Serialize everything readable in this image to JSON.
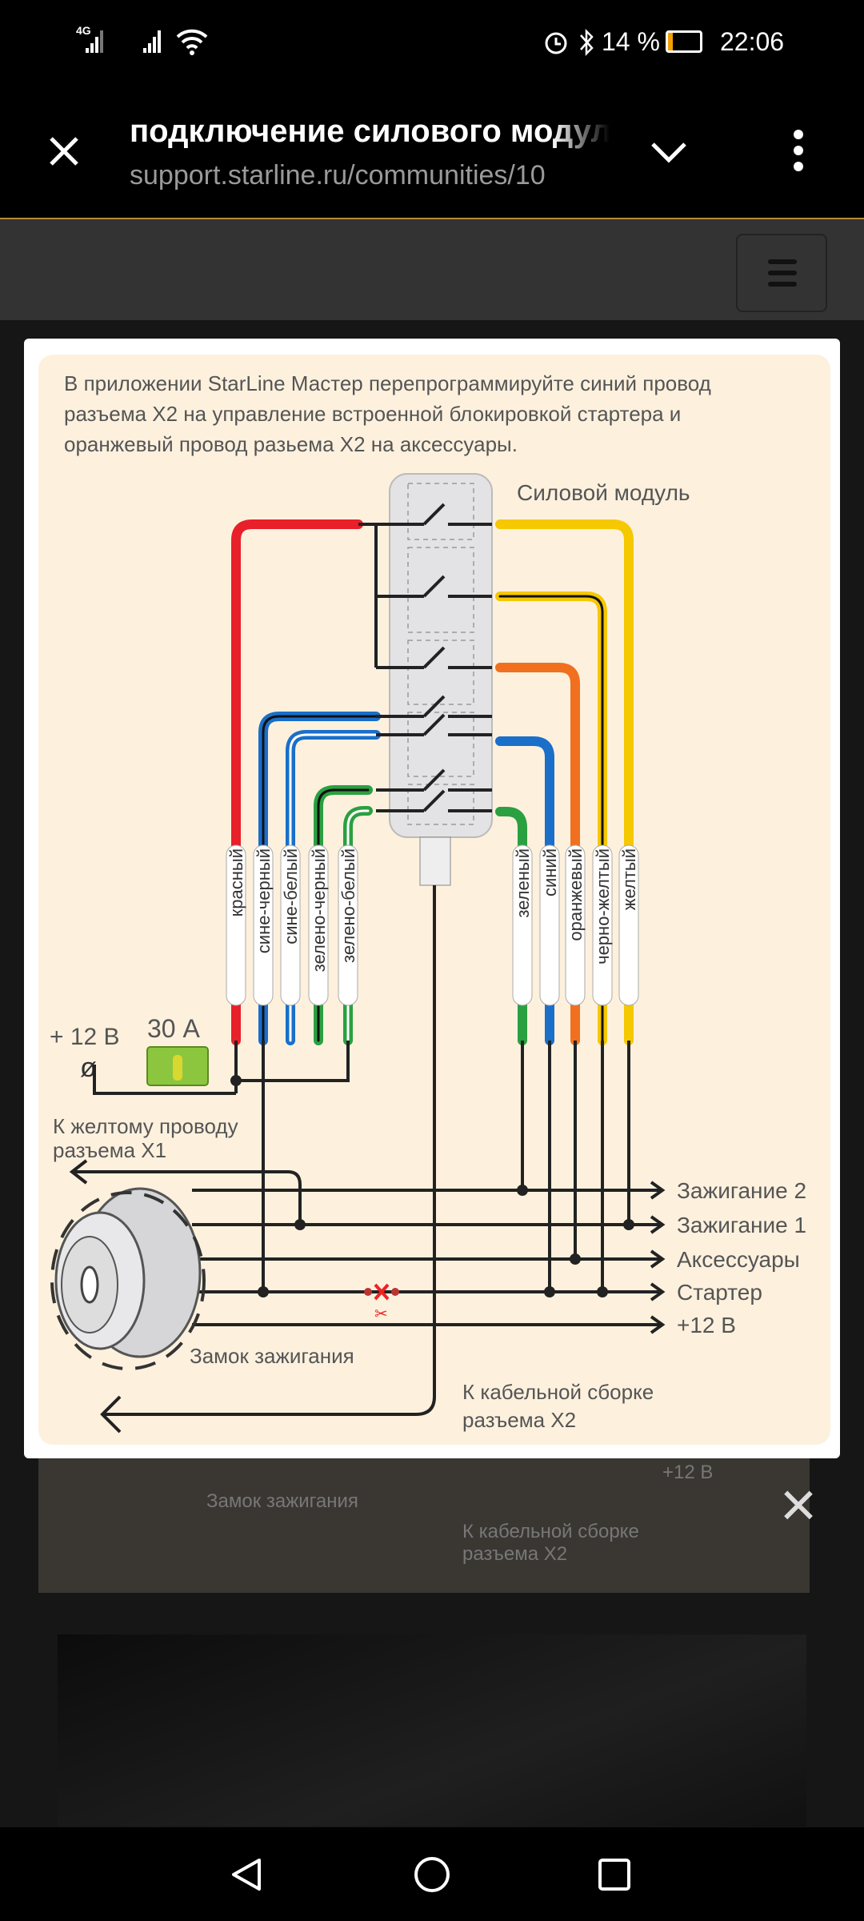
{
  "status_bar": {
    "network": "4G",
    "battery_percent": "14 %",
    "battery_level": 14,
    "time": "22:06",
    "icons": [
      "signal-icon",
      "wifi-icon",
      "alarm-icon",
      "bluetooth-icon",
      "battery-icon"
    ]
  },
  "browser": {
    "title": "подключение силового модуля",
    "url": "support.starline.ru/communities/10",
    "close_icon": "close-icon",
    "expand_icon": "chevron-down-icon",
    "menu_icon": "more-vert-icon"
  },
  "site_header": {
    "menu_icon": "hamburger-icon"
  },
  "diagram": {
    "instruction_lines": [
      "В приложении StarLine Мастер перепрограммируйте синий провод",
      "разъема X2 на управление встроенной блокировкой стартера и",
      "оранжевый провод разьема X2 на аксессуары."
    ],
    "module_label": "Силовой модуль",
    "left_wires": [
      {
        "label": "красный",
        "color": "#e8202a"
      },
      {
        "label": "сине-черный",
        "color": "#1a6fc9",
        "stripe": "#111111"
      },
      {
        "label": "сине-белый",
        "color": "#1a6fc9",
        "stripe": "#ffffff"
      },
      {
        "label": "зелено-черный",
        "color": "#2aa040",
        "stripe": "#111111"
      },
      {
        "label": "зелено-белый",
        "color": "#2aa040",
        "stripe": "#ffffff"
      }
    ],
    "right_wires": [
      {
        "label": "зеленый",
        "color": "#2aa040"
      },
      {
        "label": "синий",
        "color": "#1a6fc9"
      },
      {
        "label": "оранжевый",
        "color": "#f07020"
      },
      {
        "label": "черно-желтый",
        "color": "#f5c800",
        "stripe": "#111111"
      },
      {
        "label": "желтый",
        "color": "#f5c800"
      }
    ],
    "power_label": "+ 12 В",
    "fuse_label": "30 А",
    "x1_label": [
      "К желтому проводу",
      "разъема X1"
    ],
    "outputs": [
      "Зажигание 2",
      "Зажигание 1",
      "Аксессуары",
      "Стартер",
      "+12 В"
    ],
    "lock_label": "Замок зажигания",
    "x2_label": [
      "К кабельной сборке",
      "разъема X2"
    ]
  },
  "background_page": {
    "visible_text": [
      "+12 В",
      "Замок зажигания",
      "К кабельной сборке",
      "разъема X2"
    ]
  },
  "lightbox": {
    "close_icon": "close-icon"
  },
  "nav_bar": {
    "icons": [
      "back-icon",
      "home-icon",
      "recents-icon"
    ]
  }
}
